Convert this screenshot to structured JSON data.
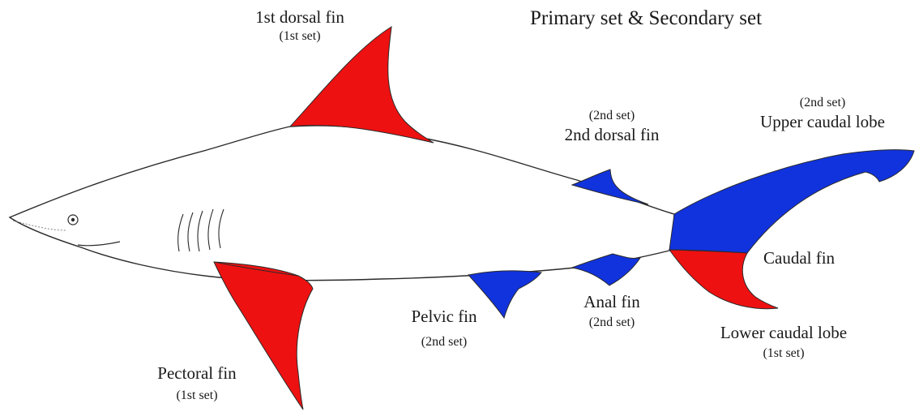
{
  "title": "Primary set & Secondary set",
  "colors": {
    "primary_set": "#ee1111",
    "secondary_set": "#1133dd",
    "outline": "#2a2a2a",
    "background": "#ffffff"
  },
  "labels": {
    "first_dorsal": {
      "name": "1st dorsal fin",
      "set": "(1st set)"
    },
    "second_dorsal": {
      "name": "2nd dorsal fin",
      "set": "(2nd set)"
    },
    "upper_caudal": {
      "name": "Upper caudal lobe",
      "set": "(2nd set)"
    },
    "caudal": {
      "name": "Caudal fin"
    },
    "lower_caudal": {
      "name": "Lower caudal lobe",
      "set": "(1st set)"
    },
    "anal": {
      "name": "Anal fin",
      "set": "(2nd set)"
    },
    "pelvic": {
      "name": "Pelvic fin",
      "set": "(2nd set)"
    },
    "pectoral": {
      "name": "Pectoral fin",
      "set": "(1st set)"
    }
  }
}
